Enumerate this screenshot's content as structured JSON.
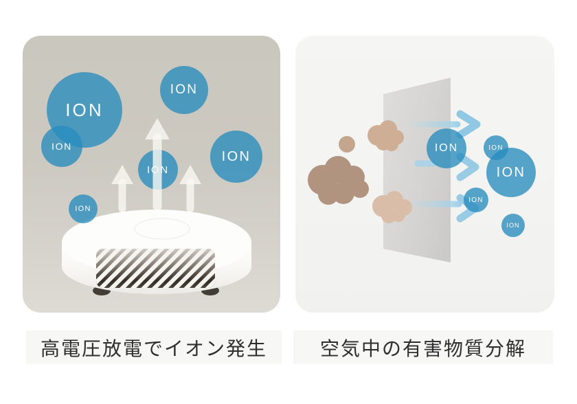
{
  "labels": {
    "ion": "ION"
  },
  "captions": {
    "left": "高電圧放電でイオン発生",
    "right": "空気中の有害物質分解"
  },
  "colors": {
    "ion_blue": "#4c99be",
    "left_panel_bg": "#ccc9c0",
    "right_panel_bg": "#f4f4f2",
    "up_arrow_cream": "#f4f2ec",
    "right_arrow_blue": "#9acbe5",
    "smoke_dark": "#b19480",
    "smoke_mid": "#cfae96",
    "smoke_light": "#d9bda8",
    "filter_gray": "#d5d4d2",
    "device_white": "#fcfbfa",
    "caption_bg": "#f7f7f6",
    "caption_text": "#2e2e2e"
  }
}
